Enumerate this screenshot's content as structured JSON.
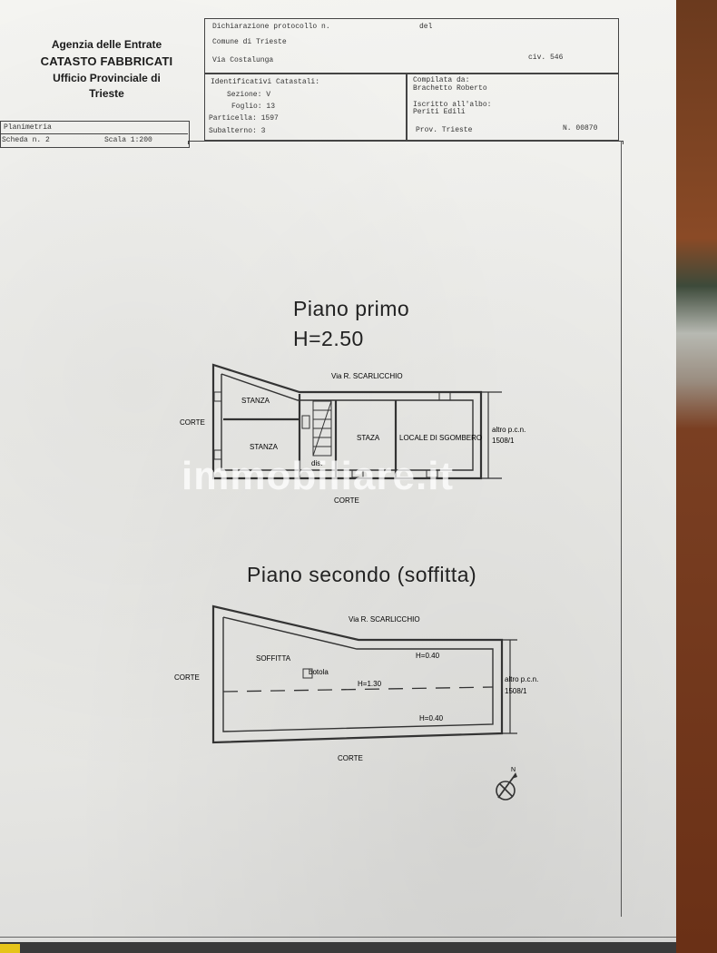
{
  "header": {
    "agency": "Agenzia delle Entrate",
    "catasto": "CATASTO FABBRICATI",
    "ufficio": "Ufficio Provinciale di",
    "city": "Trieste"
  },
  "meta": {
    "dichiarazione": "Dichiarazione protocollo n.",
    "del": "del",
    "comune": "Comune di Trieste",
    "via": "Via Costalunga",
    "civ": "civ. 546",
    "identificativi": "Identificativi Catastali:",
    "sezione": "Sezione: V",
    "foglio": "Foglio: 13",
    "particella": "Particella: 1597",
    "subalterno": "Subalterno: 3",
    "compilata": "Compilata da:",
    "compilata_name": "Brachetto Roberto",
    "iscritto": "Iscritto all'albo:",
    "iscritto_name": "Periti Edili",
    "prov": "Prov. Trieste",
    "numero": "N. 00870",
    "planimetria": "Planimetria",
    "scheda": "Scheda n. 2",
    "scala": "Scala 1:200"
  },
  "floor1": {
    "title": "Piano primo",
    "height": "H=2.50",
    "street": "Via R. SCARLICCHIO",
    "corte_left": "CORTE",
    "corte_bottom": "CORTE",
    "rooms": [
      "STANZA",
      "STANZA",
      "STAZA",
      "LOCALE DI SGOMBERO"
    ],
    "dis": "dis.",
    "altro_1": "altro p.c.n.",
    "altro_2": "1508/1"
  },
  "floor2": {
    "title": "Piano secondo (soffitta)",
    "street": "Via R. SCARLICCHIO",
    "corte_left": "CORTE",
    "corte_bottom": "CORTE",
    "soffitta": "SOFFITTA",
    "botola": "botola",
    "h_top": "H=0.40",
    "h_mid": "H=1.30",
    "h_bottom": "H=0.40",
    "altro_1": "altro p.c.n.",
    "altro_2": "1508/1"
  },
  "north": "N",
  "watermark": "immobiliare.it"
}
